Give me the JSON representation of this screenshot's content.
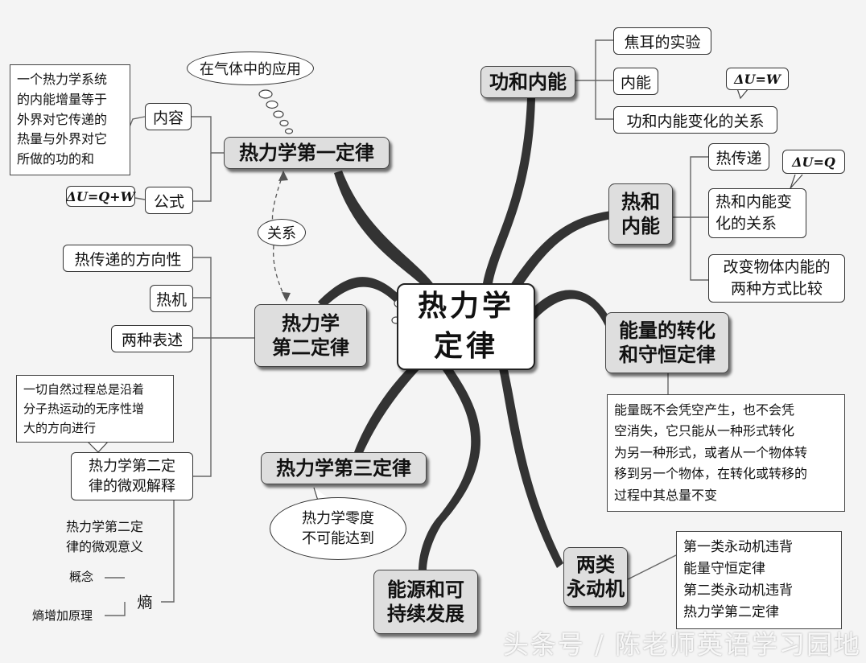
{
  "center": "热力学\n定律",
  "topics": {
    "first_law": "热力学第一定律",
    "second_law": "热力学\n第二定律",
    "third_law": "热力学第三定律",
    "work_internal": "功和内能",
    "heat_internal": "热和\n内能",
    "energy_conservation": "能量的转化\n和守恒定律",
    "perpetual": "两类\n永动机",
    "energy_sustain": "能源和可\n持续发展"
  },
  "first_law": {
    "content_label": "内容",
    "content_text": "一个热力学系统\n的内能增量等于\n外界对它传递的\n热量与外界对它\n所做的功的和",
    "formula_label": "公式",
    "formula": "ΔU=Q+W",
    "gas_application": "在气体中的应用"
  },
  "relation_label": "关系",
  "second_law": {
    "heat_direction": "热传递的方向性",
    "heat_engine": "热机",
    "two_statements": "两种表述",
    "micro_explanation": "热力学第二定\n律的微观解释",
    "micro_text": "一切自然过程总是沿着\n分子热运动的无序性增\n大的方向进行",
    "micro_meaning": "热力学第二定\n律的微观意义",
    "entropy": "熵",
    "concept": "概念",
    "entropy_increase": "熵增加原理"
  },
  "third_law": {
    "note": "热力学零度\n不可能达到"
  },
  "work_internal": {
    "joule": "焦耳的实验",
    "internal_energy": "内能",
    "relation": "功和内能变化的关系",
    "formula": "ΔU=W"
  },
  "heat_internal": {
    "heat_transfer": "热传递",
    "relation": "热和内能变\n化的关系",
    "formula": "ΔU=Q",
    "two_ways": "改变物体内能的\n两种方式比较"
  },
  "energy_conservation": {
    "text": "能量既不会凭空产生，也不会凭\n空消失，它只能从一种形式转化\n为另一种形式，或者从一个物体转\n移到另一个物体，在转化或转移的\n过程中其总量不变"
  },
  "perpetual": {
    "text": "第一类永动机违背\n能量守恒定律\n第二类永动机违背\n热力学第二定律"
  },
  "watermark": "头条号 / 陈老师英语学习园地"
}
